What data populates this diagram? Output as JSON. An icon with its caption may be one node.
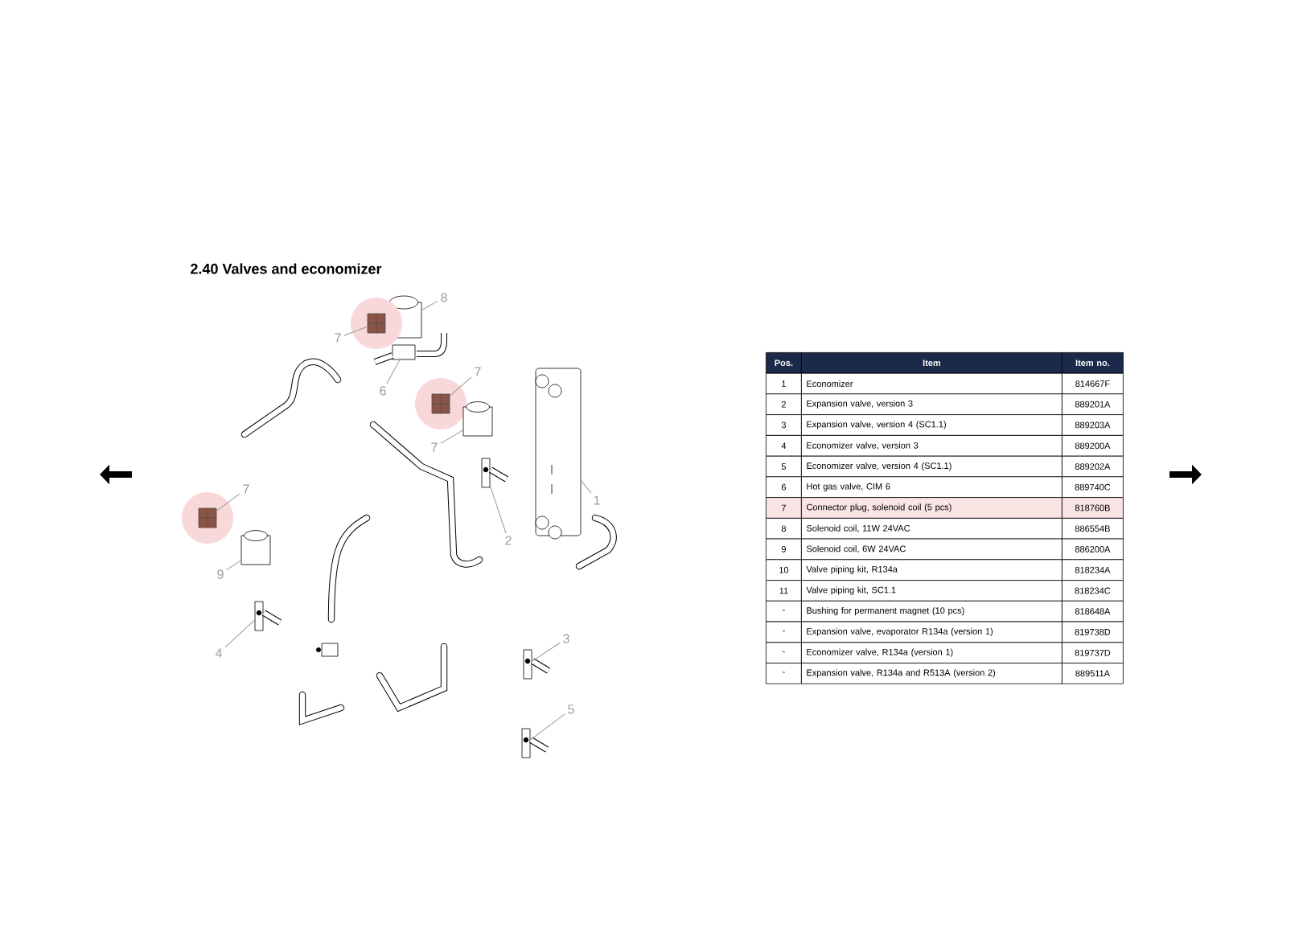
{
  "diagram": {
    "title": "2.40 Valves and economizer",
    "nodes": [
      {
        "text": [
          "8"
        ]
      },
      {
        "text": [],
        "shape": "box"
      },
      {
        "text": [
          "7"
        ]
      },
      {
        "text": [],
        "shape": "picture"
      },
      {
        "text": [
          "6"
        ]
      },
      {
        "text": [],
        "shape": "picture"
      },
      {
        "text": [
          "7"
        ]
      },
      {
        "text": [],
        "shape": "picture"
      },
      {
        "text": [
          "7"
        ]
      },
      {
        "text": [],
        "shape": "box"
      },
      {
        "text": [
          "1"
        ]
      },
      {
        "text": [],
        "shape": "picture"
      },
      {
        "text": [
          "2"
        ]
      },
      {
        "text": [],
        "shape": "picture"
      },
      {
        "text": [
          "7"
        ]
      },
      {
        "text": [],
        "shape": "picture"
      },
      {
        "text": [
          "9"
        ]
      },
      {
        "text": [],
        "shape": "box"
      },
      {
        "text": [
          "4"
        ]
      },
      {
        "text": [],
        "shape": "picture"
      },
      {
        "text": [
          "3"
        ]
      },
      {
        "text": [],
        "shape": "picture"
      },
      {
        "text": [
          "5"
        ]
      },
      {
        "text": [],
        "shape": "picture"
      }
    ],
    "edges": [
      {
        "from": 0,
        "to": 1,
        "arrow": "none"
      },
      {
        "from": 2,
        "to": 3,
        "arrow": "none"
      },
      {
        "from": 4,
        "to": 5,
        "arrow": "none"
      },
      {
        "from": 6,
        "to": 7,
        "arrow": "none"
      },
      {
        "from": 8,
        "to": 9,
        "arrow": "none"
      },
      {
        "from": 10,
        "to": 11,
        "arrow": "none"
      },
      {
        "from": 12,
        "to": 13,
        "arrow": "none"
      },
      {
        "from": 14,
        "to": 15,
        "arrow": "none"
      },
      {
        "from": 16,
        "to": 17,
        "arrow": "none"
      },
      {
        "from": 18,
        "to": 19,
        "arrow": "none"
      },
      {
        "from": 20,
        "to": 21,
        "arrow": "none"
      },
      {
        "from": 22,
        "to": 23,
        "arrow": "none"
      }
    ],
    "labels": [
      "Pos.",
      "Item",
      "Item no.",
      "1",
      "Economizer",
      "814667F",
      "2",
      "Expansion valve, version 3",
      "889201A",
      "3",
      "Expansion valve, version 4 (SC1.1)",
      "889203A",
      "4",
      "Economizer valve, version 3",
      "889200A",
      "5",
      "Economizer valve, version 4 (SC1.1)",
      "889202A",
      "6",
      "Hot gas valve, CIM 6",
      "889740C",
      "7",
      "Connector plug, solenoid coil (5 pcs)",
      "818760B",
      "8",
      "Solenoid coil, 11W 24VAC",
      "886554B",
      "9",
      "Solenoid coil, 6W 24VAC",
      "886200A",
      "10",
      "Valve piping kit, R134a",
      "818234A",
      "11",
      "Valve piping kit, SC1.1",
      "818234C",
      "-",
      "Bushing for permanent magnet (10 pcs)",
      "818648A",
      "-",
      "Expansion valve, evaporator R134a (version 1)",
      "819738D",
      "-",
      "Economizer valve, R134a (version 1)",
      "819737D",
      "-",
      "Expansion valve, R134a and R513A (version 2)",
      "889511A"
    ]
  }
}
